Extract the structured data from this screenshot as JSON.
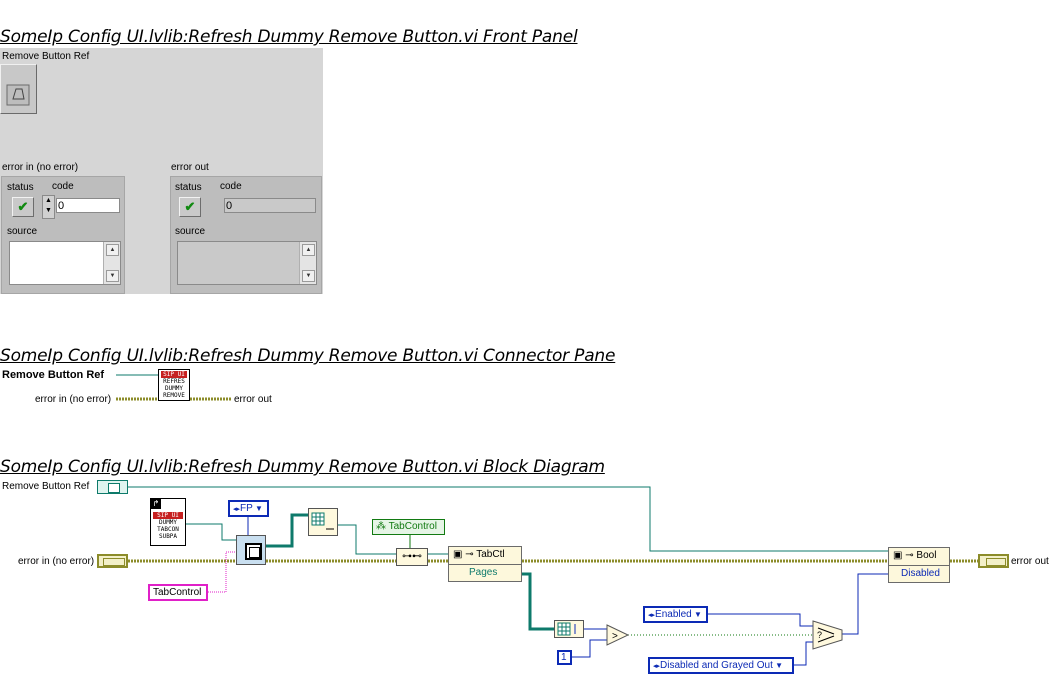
{
  "sections": {
    "front_panel_title": "SomeIp Config UI.lvlib:Refresh Dummy Remove Button.vi Front Panel",
    "connector_title": "SomeIp Config UI.lvlib:Refresh Dummy Remove Button.vi Connector Pane",
    "diagram_title": "SomeIp Config UI.lvlib:Refresh Dummy Remove Button.vi Block Diagram"
  },
  "front_panel": {
    "ref_label": "Remove Button Ref",
    "error_in": {
      "label": "error in (no error)",
      "status_label": "status",
      "code_label": "code",
      "code_value": "0",
      "source_label": "source"
    },
    "error_out": {
      "label": "error out",
      "status_label": "status",
      "code_label": "code",
      "code_value": "0",
      "source_label": "source"
    }
  },
  "connector": {
    "ref_label": "Remove Button Ref",
    "error_in_label": "error in (no error)",
    "error_out_label": "error out",
    "icon_lines": [
      "SIP UI",
      "REFRES",
      "DUMMY",
      "REMOVE"
    ]
  },
  "diagram": {
    "ref_label": "Remove Button Ref",
    "error_in_label": "error in (no error)",
    "error_out_label": "error out",
    "subvi_icon_lines": [
      "SIP UI",
      "DUMMY",
      "TABCON",
      "SUBPA"
    ],
    "fp_ring": "FP",
    "tabcontrol_string": "TabControl",
    "tabcontrol_ref": "TabControl",
    "tabctl_node_label": "TabCtl",
    "tabctl_property": "Pages",
    "bool_node_label": "Bool",
    "bool_property": "Disabled",
    "enabled_ring": "Enabled",
    "disabled_ring": "Disabled and Grayed Out",
    "constant_one": "1"
  },
  "colors": {
    "refwire": "#0e7a6b",
    "errwire": "#8c8c2a",
    "blue": "#0c2ab5",
    "pink": "#e020c8",
    "green": "#127a12"
  }
}
